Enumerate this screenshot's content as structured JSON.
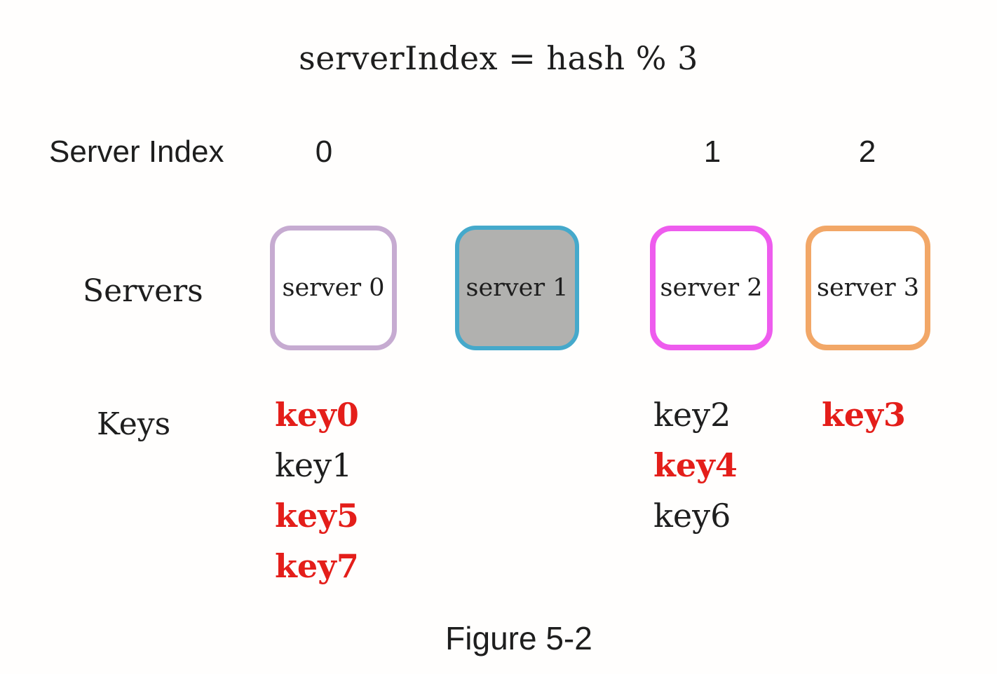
{
  "figure": {
    "title": "serverIndex = hash % 3",
    "caption": "Figure 5-2"
  },
  "labels": {
    "server_index": "Server Index",
    "servers": "Servers",
    "keys": "Keys"
  },
  "server_index_values": {
    "v0": "0",
    "v1": "1",
    "v2": "2"
  },
  "servers": [
    {
      "label": "server 0",
      "border_color": "#c6abd1",
      "fill_color": "#ffffff"
    },
    {
      "label": "server 1",
      "border_color": "#45a9cb",
      "fill_color": "#b1b1af"
    },
    {
      "label": "server 2",
      "border_color": "#ee5cee",
      "fill_color": "#ffffff"
    },
    {
      "label": "server 3",
      "border_color": "#f2a767",
      "fill_color": "#ffffff"
    }
  ],
  "keys": {
    "server0_column": [
      {
        "label": "key0",
        "highlighted": true
      },
      {
        "label": "key1",
        "highlighted": false
      },
      {
        "label": "key5",
        "highlighted": true
      },
      {
        "label": "key7",
        "highlighted": true
      }
    ],
    "server2_column": [
      {
        "label": "key2",
        "highlighted": false
      },
      {
        "label": "key4",
        "highlighted": true
      },
      {
        "label": "key6",
        "highlighted": false
      }
    ],
    "server3_column": [
      {
        "label": "key3",
        "highlighted": true
      }
    ]
  },
  "colors": {
    "highlight_red": "#e41e1a",
    "text_black": "#1e1e1e"
  }
}
